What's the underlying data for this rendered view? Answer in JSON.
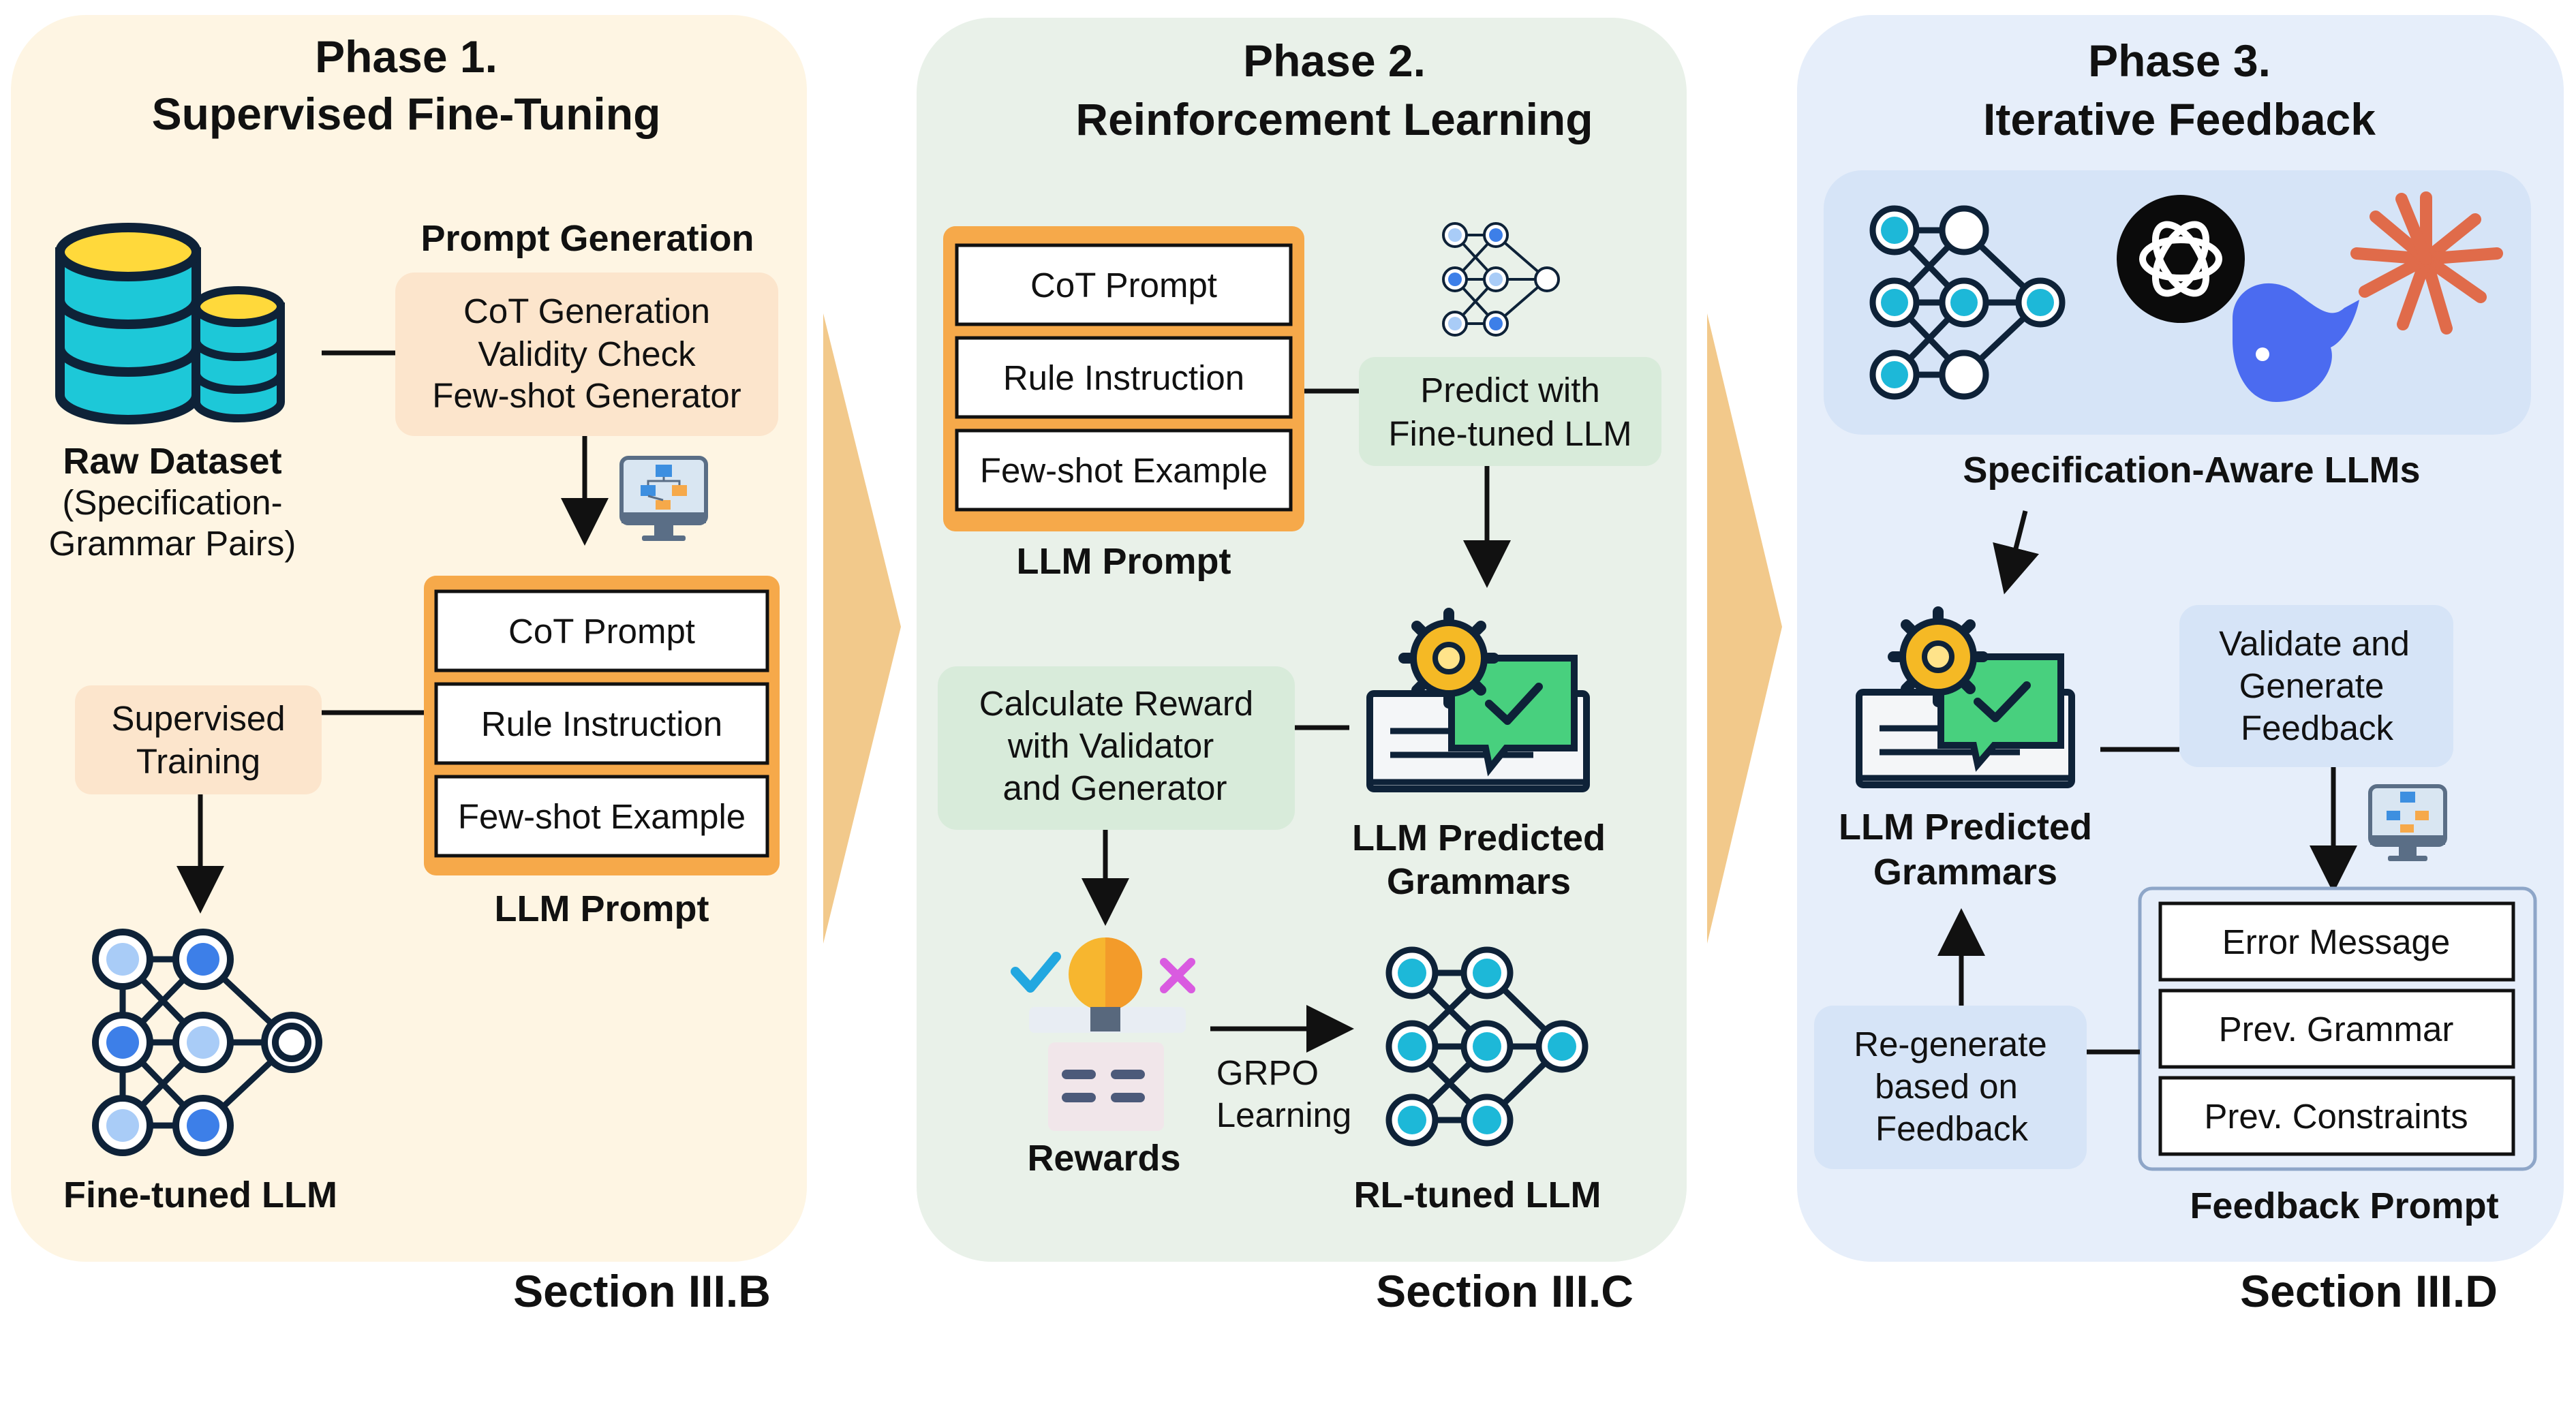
{
  "phase1": {
    "title_line1": "Phase 1.",
    "title_line2": "Supervised Fine-Tuning",
    "raw_dataset_label": "Raw Dataset",
    "raw_dataset_sub1": "(Specification-",
    "raw_dataset_sub2": "Grammar Pairs)",
    "prompt_generation_label": "Prompt Generation",
    "prompt_generation_items": [
      "CoT Generation",
      "Validity Check",
      "Few-shot Generator"
    ],
    "llm_prompt_items": [
      "CoT Prompt",
      "Rule Instruction",
      "Few-shot Example"
    ],
    "llm_prompt_label": "LLM Prompt",
    "supervised_training_line1": "Supervised",
    "supervised_training_line2": "Training",
    "fine_tuned_llm_label": "Fine-tuned LLM",
    "section": "Section III.B"
  },
  "phase2": {
    "title_line1": "Phase 2.",
    "title_line2": "Reinforcement Learning",
    "llm_prompt_items": [
      "CoT Prompt",
      "Rule Instruction",
      "Few-shot Example"
    ],
    "llm_prompt_label": "LLM Prompt",
    "predict_line1": "Predict with",
    "predict_line2": "Fine-tuned LLM",
    "reward_lines": [
      "Calculate Reward",
      "with Validator",
      "and Generator"
    ],
    "predicted_grammars_line1": "LLM Predicted",
    "predicted_grammars_line2": "Grammars",
    "rewards_label": "Rewards",
    "grpo_line1": "GRPO",
    "grpo_line2": "Learning",
    "rl_tuned_llm_label": "RL-tuned LLM",
    "section": "Section III.C"
  },
  "phase3": {
    "title_line1": "Phase 3.",
    "title_line2": "Iterative Feedback",
    "spec_aware_llms_label": "Specification-Aware LLMs",
    "predicted_grammars_line1": "LLM Predicted",
    "predicted_grammars_line2": "Grammars",
    "validate_lines": [
      "Validate and",
      "Generate",
      "Feedback"
    ],
    "feedback_prompt_items": [
      "Error Message",
      "Prev. Grammar",
      "Prev. Constraints"
    ],
    "feedback_prompt_label": "Feedback Prompt",
    "regenerate_lines": [
      "Re-generate",
      "based on",
      "Feedback"
    ],
    "section": "Section III.D"
  },
  "colors": {
    "phase1_bg": "#FEF5E3",
    "phase2_bg": "#E9F1E9",
    "phase3_bg": "#E6EEFA",
    "orange_frame": "#F6A94A",
    "orange_box": "#FCE5CC",
    "green_box": "#D8EBDA",
    "blue_box": "#D6E4F7",
    "chevron": "#F2C98B"
  },
  "icons": [
    "database-icon",
    "computer-flow-icon",
    "neural-network-icon",
    "gear-check-grammar-icon",
    "lightbulb-reward-icon",
    "openai-logo-icon",
    "deepseek-whale-icon",
    "claude-star-icon"
  ]
}
